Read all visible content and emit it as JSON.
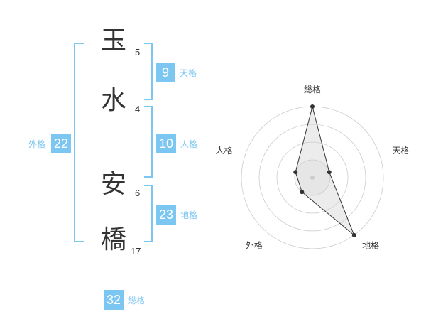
{
  "name": {
    "characters": [
      {
        "char": "玉",
        "strokes": "5"
      },
      {
        "char": "水",
        "strokes": "4"
      },
      {
        "char": "安",
        "strokes": "6"
      },
      {
        "char": "橋",
        "strokes": "17"
      }
    ]
  },
  "fortunes": {
    "ten": {
      "value": "9",
      "label": "天格"
    },
    "jin": {
      "value": "10",
      "label": "人格"
    },
    "chi": {
      "value": "23",
      "label": "地格"
    },
    "gai": {
      "value": "22",
      "label": "外格"
    },
    "sou": {
      "value": "32",
      "label": "総格"
    }
  },
  "colors": {
    "accent": "#7cc6f2",
    "text": "#333333"
  },
  "chart_data": {
    "type": "radar",
    "axes": [
      "総格",
      "天格",
      "地格",
      "外格",
      "人格"
    ],
    "rings": 4,
    "values": [
      4,
      1,
      4,
      1,
      1
    ],
    "max": 4
  }
}
